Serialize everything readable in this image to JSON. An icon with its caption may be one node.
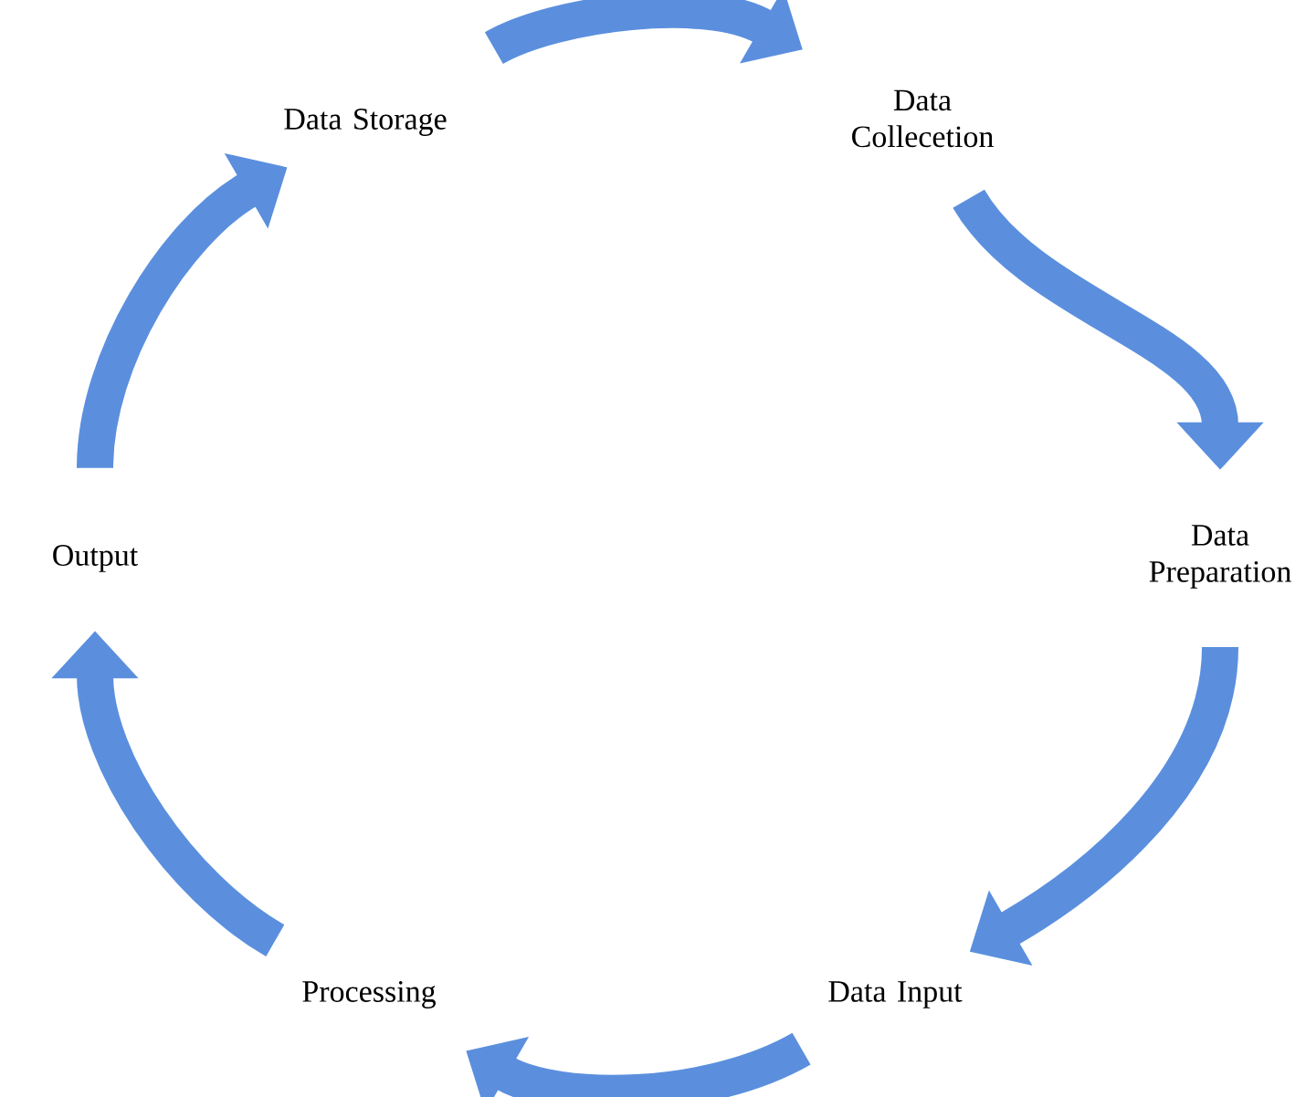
{
  "diagram": {
    "nodes": [
      {
        "text": [
          "Data Storage"
        ]
      },
      {
        "text": [
          "Data Collecetion"
        ]
      },
      {
        "text": [
          "Data Preparation"
        ]
      },
      {
        "text": [
          "Data Input"
        ]
      },
      {
        "text": [
          "Processing"
        ]
      },
      {
        "text": [
          "Output"
        ]
      }
    ],
    "edges": [
      {
        "from": 0,
        "to": 1,
        "arrow": "to"
      },
      {
        "from": 1,
        "to": 2,
        "arrow": "to"
      },
      {
        "from": 2,
        "to": 3,
        "arrow": "to"
      },
      {
        "from": 3,
        "to": 4,
        "arrow": "to"
      },
      {
        "from": 4,
        "to": 5,
        "arrow": "to"
      },
      {
        "from": 5,
        "to": 0,
        "arrow": "to"
      }
    ]
  }
}
